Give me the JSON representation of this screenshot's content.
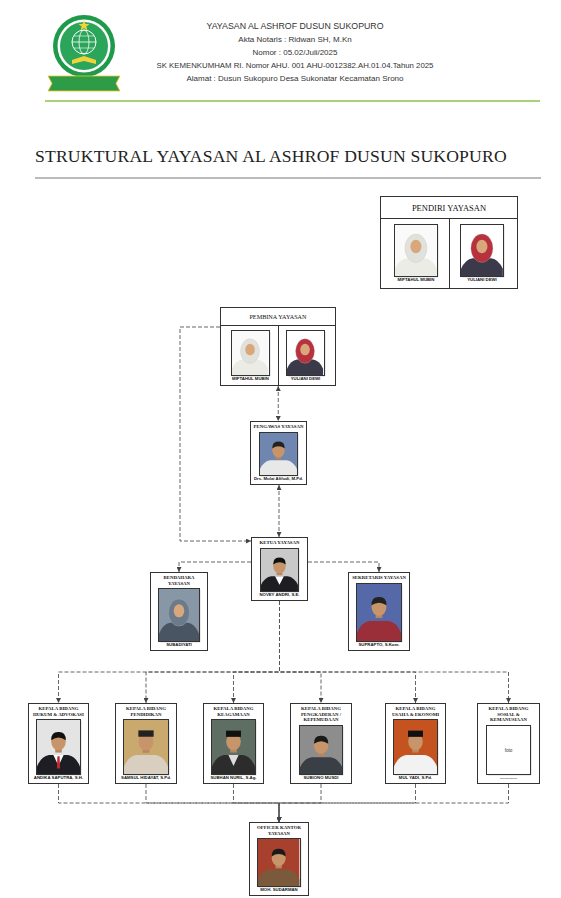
{
  "diagram": {
    "title": "STRUKTURAL YAYASAN AL ASHROF DUSUN SUKOPURO",
    "nodes": [
      {
        "text": [
          "PENDIRI YAYASAN"
        ]
      },
      {
        "text": [
          "MIFTAHUL MUBIN"
        ],
        "in": 0
      },
      {
        "text": [
          "YULIANI DEWI"
        ],
        "in": 0
      },
      {
        "text": [
          "PEMBINA YAYASAN"
        ]
      },
      {
        "text": [
          "MIFTAHUL MUBIN"
        ],
        "in": 3
      },
      {
        "text": [
          "YULIANI DEWI"
        ],
        "in": 3
      },
      {
        "text": [
          "PENGAWAS YAYASAN",
          "Drs. Mulai Afifudi, M.Pd."
        ]
      },
      {
        "text": [
          "KETUA YAYASAN",
          "NOVEY ANDRI, S.E."
        ]
      },
      {
        "text": [
          "BENDAHARA YAYASAN",
          "SUBADIYATI"
        ]
      },
      {
        "text": [
          "SEKRETARIS YAYASAN",
          "SUPRAPTO, S.Kom."
        ]
      },
      {
        "text": [
          "KEPALA BIDANG HUKUM & ADVOKASI",
          "ANDIKA SAPUTRA, S.H."
        ]
      },
      {
        "text": [
          "KEPALA BIDANG PENDIDIKAN",
          "SAMSUL HIDAYAT, S.Pd."
        ]
      },
      {
        "text": [
          "KEPALA BIDANG KEAGAMAAN",
          "SUBHAN NURIL, S.Ag."
        ]
      },
      {
        "text": [
          "KEPALA BIDANG PENGKADERAN / KEPEMUDAAN",
          "SUBIONO MUSDI"
        ]
      },
      {
        "text": [
          "KEPALA BIDANG USAHA & EKONOMI",
          "MUL YADI, S.Pd."
        ]
      },
      {
        "text": [
          "KEPALA BIDANG SOSIAL & KEMANUSIAAN",
          "foto",
          "------------"
        ]
      },
      {
        "text": [
          "OFFICER KANTOR YAYASAN",
          "MOH. SUDARMAN"
        ]
      }
    ],
    "edges": [
      {
        "from": 3,
        "to": 6,
        "arrow": "both"
      },
      {
        "from": 6,
        "to": 7,
        "arrow": "both"
      },
      {
        "from": 3,
        "to": 7,
        "arrow": "to"
      },
      {
        "from": 7,
        "to": 8,
        "arrow": "to"
      },
      {
        "from": 7,
        "to": 9,
        "arrow": "to"
      },
      {
        "from": 7,
        "to": 10,
        "arrow": "to"
      },
      {
        "from": 7,
        "to": 11,
        "arrow": "to"
      },
      {
        "from": 7,
        "to": 12,
        "arrow": "to"
      },
      {
        "from": 7,
        "to": 13,
        "arrow": "to"
      },
      {
        "from": 7,
        "to": 14,
        "arrow": "to"
      },
      {
        "from": 7,
        "to": 15,
        "arrow": "to"
      },
      {
        "from": 10,
        "to": 16,
        "arrow": "to"
      },
      {
        "from": 11,
        "to": 16,
        "arrow": "to"
      },
      {
        "from": 12,
        "to": 16,
        "arrow": "to"
      },
      {
        "from": 13,
        "to": 16,
        "arrow": "to"
      },
      {
        "from": 14,
        "to": 16,
        "arrow": "to"
      },
      {
        "from": 15,
        "to": 16,
        "arrow": "to"
      }
    ],
    "labels": [
      "YAYASAN AL ASHROF DUSUN SUKOPURO",
      "Akta Notaris : Ridwan SH, M.Kn",
      "Nomor : 05.02/Juli/2025",
      "SK KEMENKUMHAM RI. Nomor AHU. 001 AHU-0012382.AH.01.04.Tahun 2025",
      "Alamat : Dusun Sukopuro Desa Sukonatar Kecamatan Srono"
    ]
  }
}
